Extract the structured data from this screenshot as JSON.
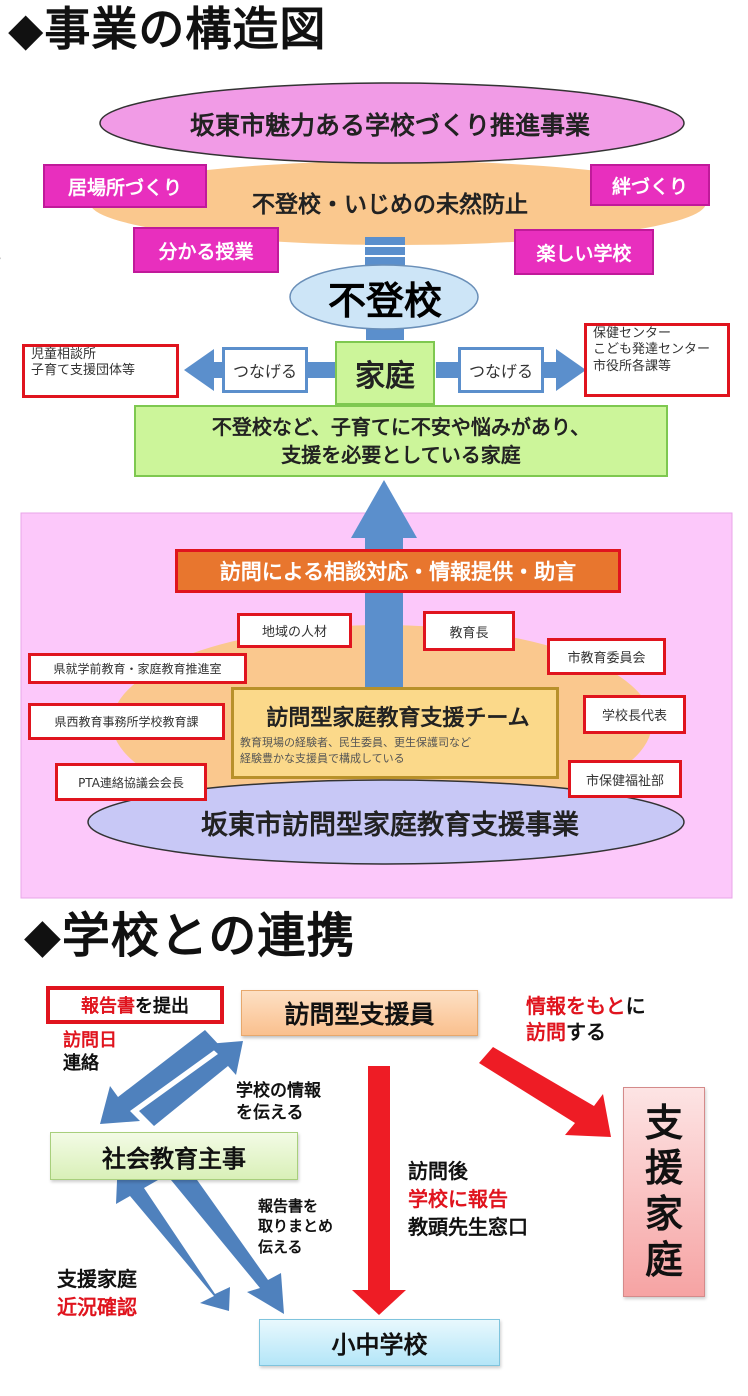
{
  "section1": {
    "heading": "◆事業の構造図",
    "top_ellipse": "坂東市魅力ある学校づくり推進事業",
    "prevention_ellipse": "不登校・いじめの未然防止",
    "pillars": [
      "居場所づくり",
      "絆づくり",
      "分かる授業",
      "楽しい学校"
    ],
    "stray_mark": "。",
    "futoko_ellipse": "不登校",
    "family_box": "家庭",
    "connect_left": "つなげる",
    "connect_right": "つなげる",
    "left_partners": [
      "児童相談所",
      "子育て支援団体等"
    ],
    "right_partners": [
      "保健センター",
      "こども発達センター",
      "市役所各課等"
    ],
    "target_families": [
      "不登校など、子育てに不安や悩みがあり、",
      "支援を必要としている家庭"
    ],
    "support_banner": "訪問による相談対応・情報提供・助言",
    "team": {
      "title": "訪問型家庭教育支援チーム",
      "description": [
        "教育現場の経験者、民生委員、更生保護司など",
        "経験豊かな支援員で構成している"
      ]
    },
    "members": {
      "local_talent": "地域の人材",
      "superintendent": "教育長",
      "city_board": "市教育委員会",
      "pref_preschool": "県就学前教育・家庭教育推進室",
      "principal_rep": "学校長代表",
      "pref_west_office": "県西教育事務所学校教育課",
      "pta_chair": "PTA連絡協議会会長",
      "city_health_welfare": "市保健福祉部"
    },
    "bottom_ellipse": "坂東市訪問型家庭教育支援事業"
  },
  "section2": {
    "heading": "◆学校との連携",
    "report_submit": {
      "red": "報告書",
      "black": "を提出"
    },
    "visit_day": {
      "red": "訪問日",
      "black": "連絡"
    },
    "supporter_box": "訪問型支援員",
    "visit_on_info": {
      "line1_red": "情報をもと",
      "line1_black": "に",
      "line2_red": "訪問",
      "line2_black": "する"
    },
    "school_info": [
      "学校の情報",
      "を伝える"
    ],
    "social_ed_box": "社会教育主事",
    "after_visit": {
      "line1": "訪問後",
      "line2_red": "学校に報告",
      "line3": "教頭先生窓口"
    },
    "compile_reports": [
      "報告書を",
      "取りまとめ",
      "伝える"
    ],
    "family_status": {
      "black": "支援家庭",
      "red": "近況確認"
    },
    "support_family_box": [
      "支",
      "援",
      "家",
      "庭"
    ],
    "school_box": "小中学校"
  },
  "colors": {
    "magenta": "#e82fbe",
    "red": "#ee1c25",
    "blue_arrow": "#5b8fcc",
    "panel_pink": "#fcc8fa",
    "orange_banner": "#e8762e"
  }
}
